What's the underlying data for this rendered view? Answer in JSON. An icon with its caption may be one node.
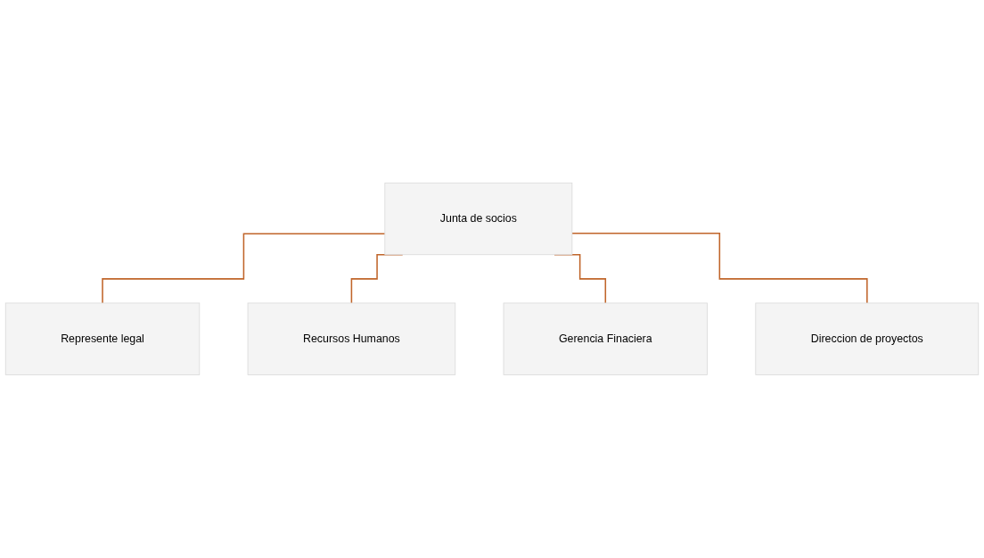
{
  "diagram": {
    "nodes": [
      {
        "text": [
          "Junta de socios"
        ]
      },
      {
        "text": [
          "Represente legal"
        ]
      },
      {
        "text": [
          "Recursos Humanos"
        ]
      },
      {
        "text": [
          "Gerencia Finaciera"
        ]
      },
      {
        "text": [
          "Direccion de proyectos"
        ]
      }
    ],
    "edges": [
      {
        "from": 0,
        "to": 1,
        "arrow": "none"
      },
      {
        "from": 0,
        "to": 2,
        "arrow": "none"
      },
      {
        "from": 0,
        "to": 3,
        "arrow": "none"
      },
      {
        "from": 0,
        "to": 4,
        "arrow": "none"
      }
    ]
  }
}
